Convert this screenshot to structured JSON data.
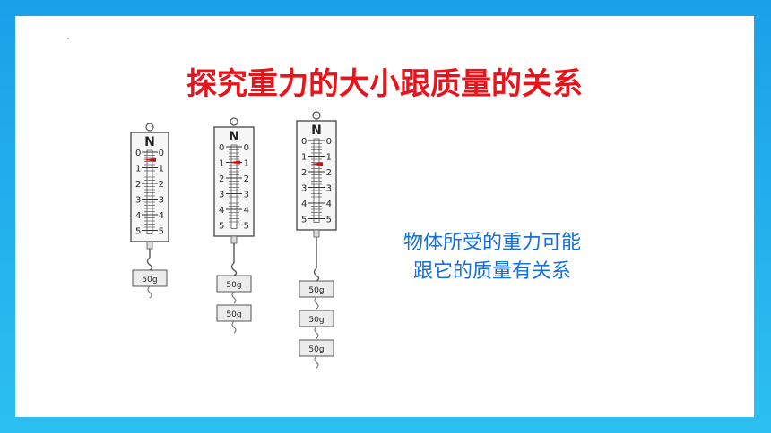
{
  "slide": {
    "title": "探究重力的大小跟质量的关系",
    "caption_line1": "物体所受的重力可能",
    "caption_line2": "跟它的质量有关系"
  },
  "colors": {
    "background": "#1aa0e8",
    "title": "#e8141b",
    "caption": "#1570d8",
    "pointer": "#d01010"
  },
  "scales": [
    {
      "unit": "N",
      "ticks": [
        "0",
        "1",
        "2",
        "3",
        "4",
        "5"
      ],
      "weights": [
        "50g"
      ]
    },
    {
      "unit": "N",
      "ticks": [
        "0",
        "1",
        "2",
        "3",
        "4",
        "5"
      ],
      "weights": [
        "50g",
        "50g"
      ]
    },
    {
      "unit": "N",
      "ticks": [
        "0",
        "1",
        "2",
        "3",
        "4",
        "5"
      ],
      "weights": [
        "50g",
        "50g",
        "50g"
      ]
    }
  ]
}
